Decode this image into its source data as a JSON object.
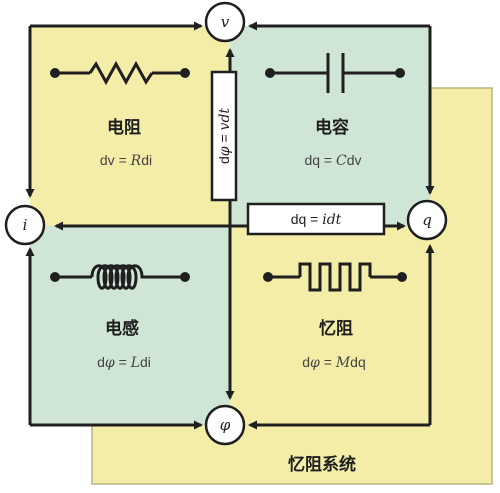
{
  "colors": {
    "yellow": "#f4eda8",
    "green": "#cfe6d6",
    "outline": "#1f1f1f",
    "panel_border": "#b9b37e"
  },
  "nodes": {
    "v": "v",
    "i": "i",
    "q": "q",
    "phi": "φ"
  },
  "quadrants": {
    "resistor": {
      "title": "电阻",
      "eq": {
        "a": "dv = ",
        "b": "R",
        "c": "di"
      },
      "icon": "resistor-icon"
    },
    "capacitor": {
      "title": "电容",
      "eq": {
        "a": "dq = ",
        "b": "C",
        "c": "dv"
      },
      "icon": "capacitor-icon"
    },
    "inductor": {
      "title": "电感",
      "eq": {
        "a": "d",
        "b": "φ",
        "c": " = ",
        "d": "L",
        "e": "di"
      },
      "icon": "inductor-icon"
    },
    "memristor": {
      "title": "忆阻",
      "eq": {
        "a": "d",
        "b": "φ",
        "c": " = ",
        "d": "M",
        "e": "dq"
      },
      "icon": "memristor-icon"
    }
  },
  "relation_boxes": {
    "flux_voltage": {
      "a": "d",
      "b": "φ",
      "c": " = ",
      "d": "vdt"
    },
    "charge_current": {
      "a": "dq = ",
      "b": "idt"
    }
  },
  "system_label": "忆阻系统"
}
